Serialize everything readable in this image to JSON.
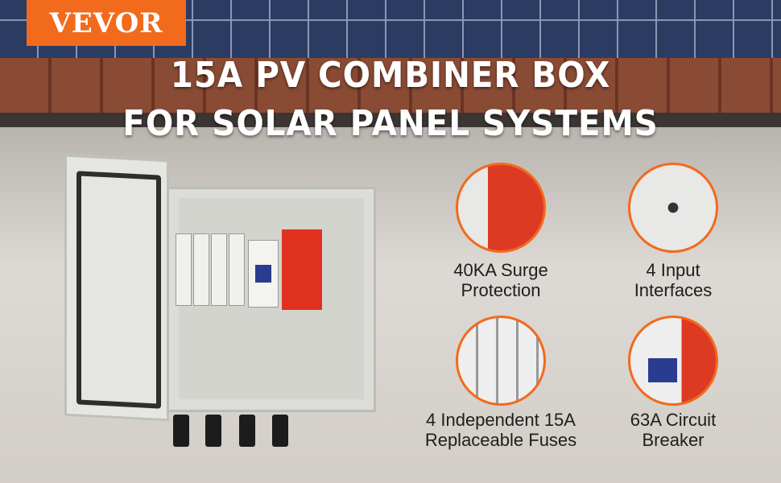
{
  "brand": {
    "logo_text": "VEVOR",
    "color": "#f26a1b"
  },
  "headline": {
    "line1": "15A PV COMBINER BOX",
    "line2": "FOR SOLAR PANEL SYSTEMS"
  },
  "features": [
    {
      "line1": "40KA Surge",
      "line2": "Protection",
      "icon": "surge-protector-closeup"
    },
    {
      "line1": "4 Input",
      "line2": "Interfaces",
      "icon": "input-connectors-closeup"
    },
    {
      "line1": "4 Independent 15A",
      "line2": "Replaceable Fuses",
      "icon": "fuses-closeup"
    },
    {
      "line1": "63A Circuit",
      "line2": "Breaker",
      "icon": "circuit-breaker-closeup"
    }
  ]
}
